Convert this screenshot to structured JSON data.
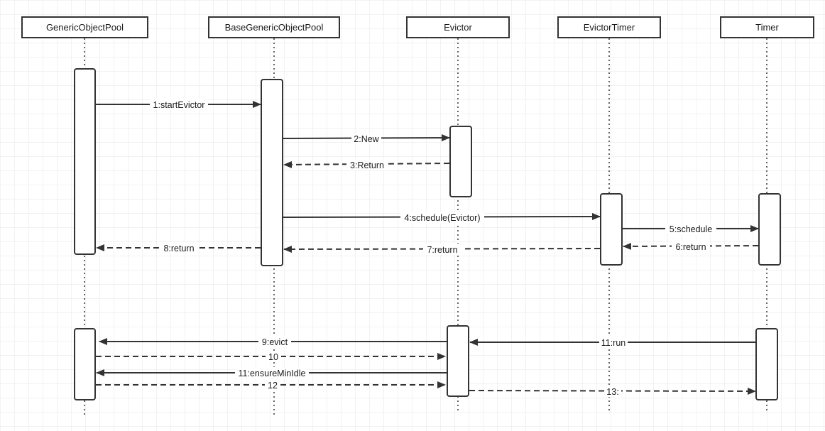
{
  "participants": [
    {
      "id": "gop",
      "name": "GenericObjectPool"
    },
    {
      "id": "bgop",
      "name": "BaseGenericObjectPool"
    },
    {
      "id": "evictor",
      "name": "Evictor"
    },
    {
      "id": "etimer",
      "name": "EvictorTimer"
    },
    {
      "id": "timer",
      "name": "Timer"
    }
  ],
  "messages": [
    {
      "id": "m1",
      "label": "1:startEvictor",
      "from": "gop",
      "to": "bgop",
      "kind": "call"
    },
    {
      "id": "m2",
      "label": "2:New",
      "from": "bgop",
      "to": "evictor",
      "kind": "call"
    },
    {
      "id": "m3",
      "label": "3:Return",
      "from": "evictor",
      "to": "bgop",
      "kind": "return"
    },
    {
      "id": "m4",
      "label": "4:schedule(Evictor)",
      "from": "bgop",
      "to": "etimer",
      "kind": "call"
    },
    {
      "id": "m5",
      "label": "5:schedule",
      "from": "etimer",
      "to": "timer",
      "kind": "call"
    },
    {
      "id": "m6",
      "label": "6:return",
      "from": "timer",
      "to": "etimer",
      "kind": "return"
    },
    {
      "id": "m7",
      "label": "7:return",
      "from": "etimer",
      "to": "bgop",
      "kind": "return"
    },
    {
      "id": "m8",
      "label": "8:return",
      "from": "bgop",
      "to": "gop",
      "kind": "return"
    },
    {
      "id": "m9",
      "label": "9:evict",
      "from": "evictor",
      "to": "gop",
      "kind": "call"
    },
    {
      "id": "m10",
      "label": "10",
      "from": "gop",
      "to": "evictor",
      "kind": "return"
    },
    {
      "id": "m11a",
      "label": "11:ensureMinIdle",
      "from": "evictor",
      "to": "gop",
      "kind": "call"
    },
    {
      "id": "m12",
      "label": "12",
      "from": "gop",
      "to": "evictor",
      "kind": "return"
    },
    {
      "id": "m11b",
      "label": "11:run",
      "from": "timer",
      "to": "evictor",
      "kind": "call"
    },
    {
      "id": "m13",
      "label": "13:",
      "from": "evictor",
      "to": "timer",
      "kind": "return"
    }
  ],
  "colors": {
    "line": "#333333",
    "grid": "#e6e6e6",
    "box_fill": "#ffffff"
  }
}
